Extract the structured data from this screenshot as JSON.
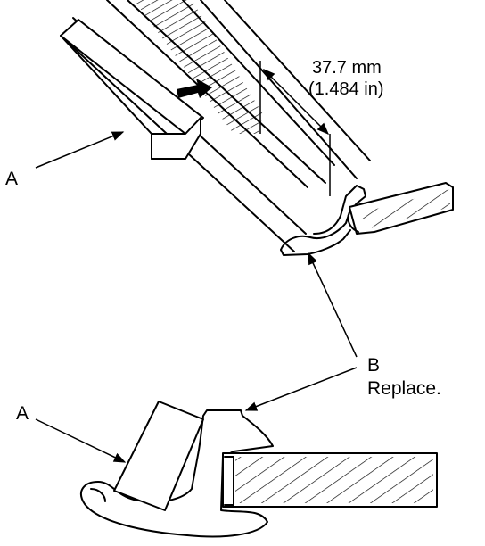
{
  "labels": {
    "part_a_top": "A",
    "part_a_bottom": "A",
    "part_b": "B",
    "part_b_note": "Replace.",
    "dim_mm": "37.7 mm",
    "dim_in": "(1.484 in)"
  }
}
